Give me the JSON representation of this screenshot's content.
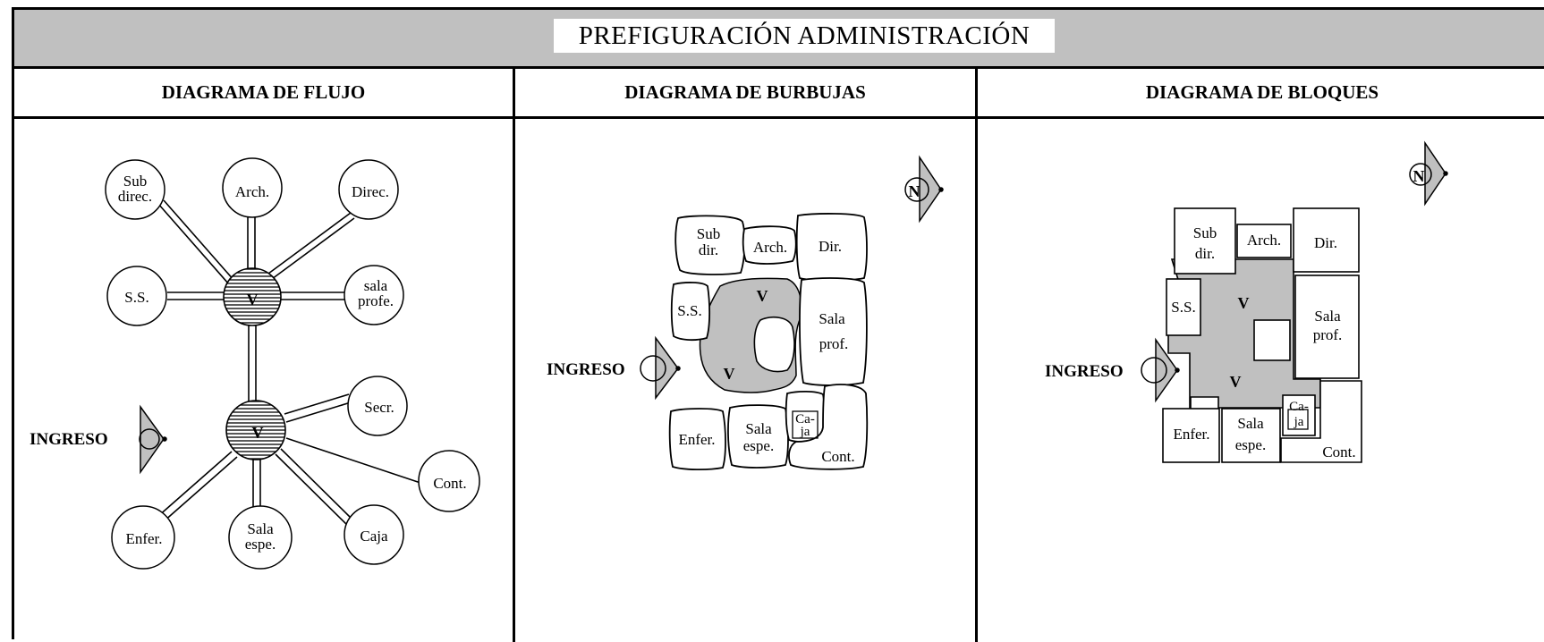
{
  "title": "PREFIGURACIÓN ADMINISTRACIÓN",
  "columns": [
    {
      "header": "DIAGRAMA DE FLUJO"
    },
    {
      "header": "DIAGRAMA DE BURBUJAS"
    },
    {
      "header": "DIAGRAMA DE BLOQUES"
    }
  ],
  "flow": {
    "nodes": {
      "subdirec": [
        "Sub",
        "direc."
      ],
      "arch": [
        "Arch."
      ],
      "direc": [
        "Direc."
      ],
      "ss": [
        "S.S."
      ],
      "salaprofe": [
        "sala",
        "profe."
      ],
      "secr": [
        "Secr."
      ],
      "cont": [
        "Cont."
      ],
      "enfer": [
        "Enfer."
      ],
      "salaespe": [
        "Sala",
        "espe."
      ],
      "caja": [
        "Caja"
      ]
    },
    "hub_label": "V",
    "entrance": "INGRESO"
  },
  "bubbles": {
    "labels": {
      "subdir": [
        "Sub",
        "dir."
      ],
      "arch": [
        "Arch."
      ],
      "dir": [
        "Dir."
      ],
      "ss": [
        "S.S."
      ],
      "salaprof": [
        "Sala",
        "prof."
      ],
      "enfer": [
        "Enfer."
      ],
      "salaespe": [
        "Sala",
        "espe."
      ],
      "caja": [
        "Ca-",
        "ja"
      ],
      "cont": [
        "Cont."
      ]
    },
    "hall": "V",
    "entrance": "INGRESO",
    "north": "N"
  },
  "blocks": {
    "labels": {
      "subdir": [
        "Sub",
        "dir."
      ],
      "arch": [
        "Arch."
      ],
      "dir": [
        "Dir."
      ],
      "ss": [
        "S.S."
      ],
      "salaprof": [
        "Sala",
        "prof."
      ],
      "enfer": [
        "Enfer."
      ],
      "salaespe": [
        "Sala",
        "espe."
      ],
      "caja": [
        "Ca-",
        "ja"
      ],
      "cont": [
        "Cont."
      ]
    },
    "hall": "V",
    "entrance": "INGRESO",
    "north": "N"
  },
  "colors": {
    "title_bg": "#c0c0c0",
    "hall_fill": "#c0c0c0",
    "line": "#000000"
  }
}
